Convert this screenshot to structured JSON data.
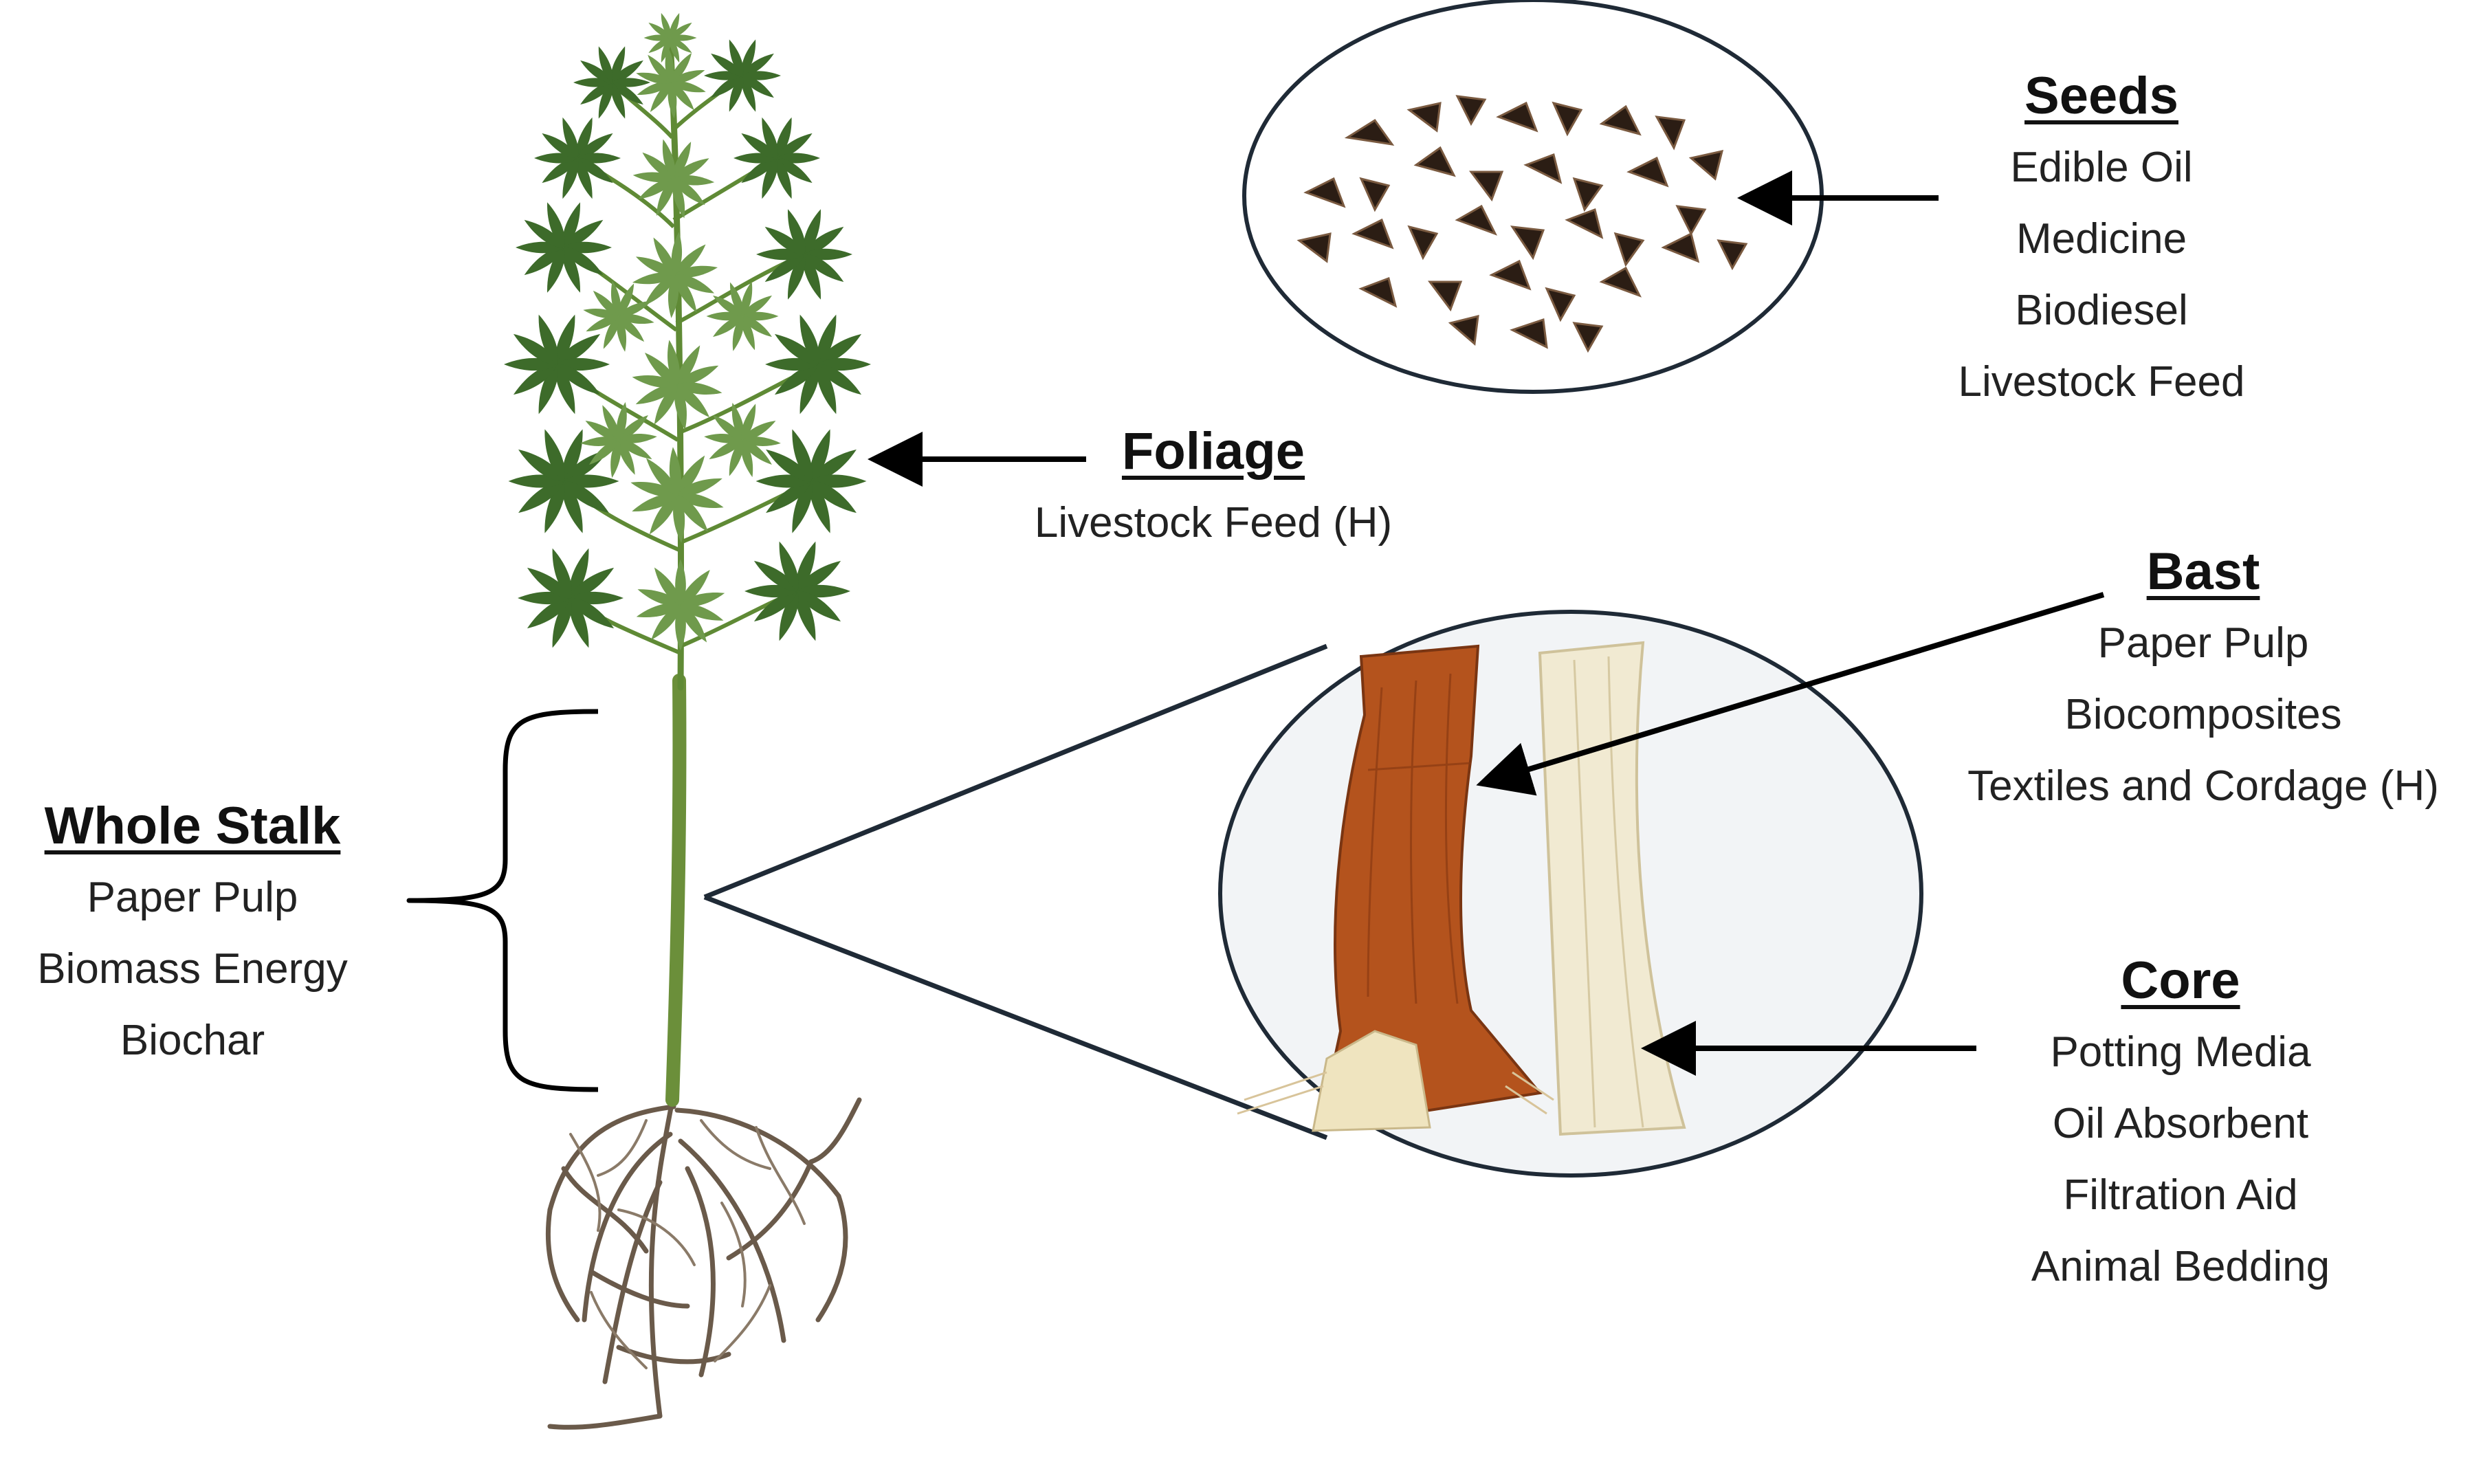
{
  "colors": {
    "arrow": "#000000",
    "ellipse_border": "#1f2a36",
    "ellipse_fill": "#f2f4f6",
    "leaf_dark": "#3d6b2a",
    "leaf_light": "#6f9a4c",
    "stalk": "#6b8f3a",
    "root": "#6a5a4a",
    "bast": "#b4531d",
    "core": "#f1ead2",
    "seed": "#2b1d14"
  },
  "seeds": {
    "title": "Seeds",
    "items": [
      "Edible Oil",
      "Medicine",
      "Biodiesel",
      "Livestock Feed"
    ]
  },
  "foliage": {
    "title": "Foliage",
    "items": [
      "Livestock Feed (H)"
    ]
  },
  "bast": {
    "title": "Bast",
    "items": [
      "Paper Pulp",
      "Biocomposites",
      "Textiles and Cordage (H)"
    ]
  },
  "core": {
    "title": "Core",
    "items": [
      "Potting Media",
      "Oil Absorbent",
      "Filtration Aid",
      "Animal Bedding"
    ]
  },
  "whole_stalk": {
    "title": "Whole Stalk",
    "items": [
      "Paper Pulp",
      "Biomass Energy",
      "Biochar"
    ]
  }
}
